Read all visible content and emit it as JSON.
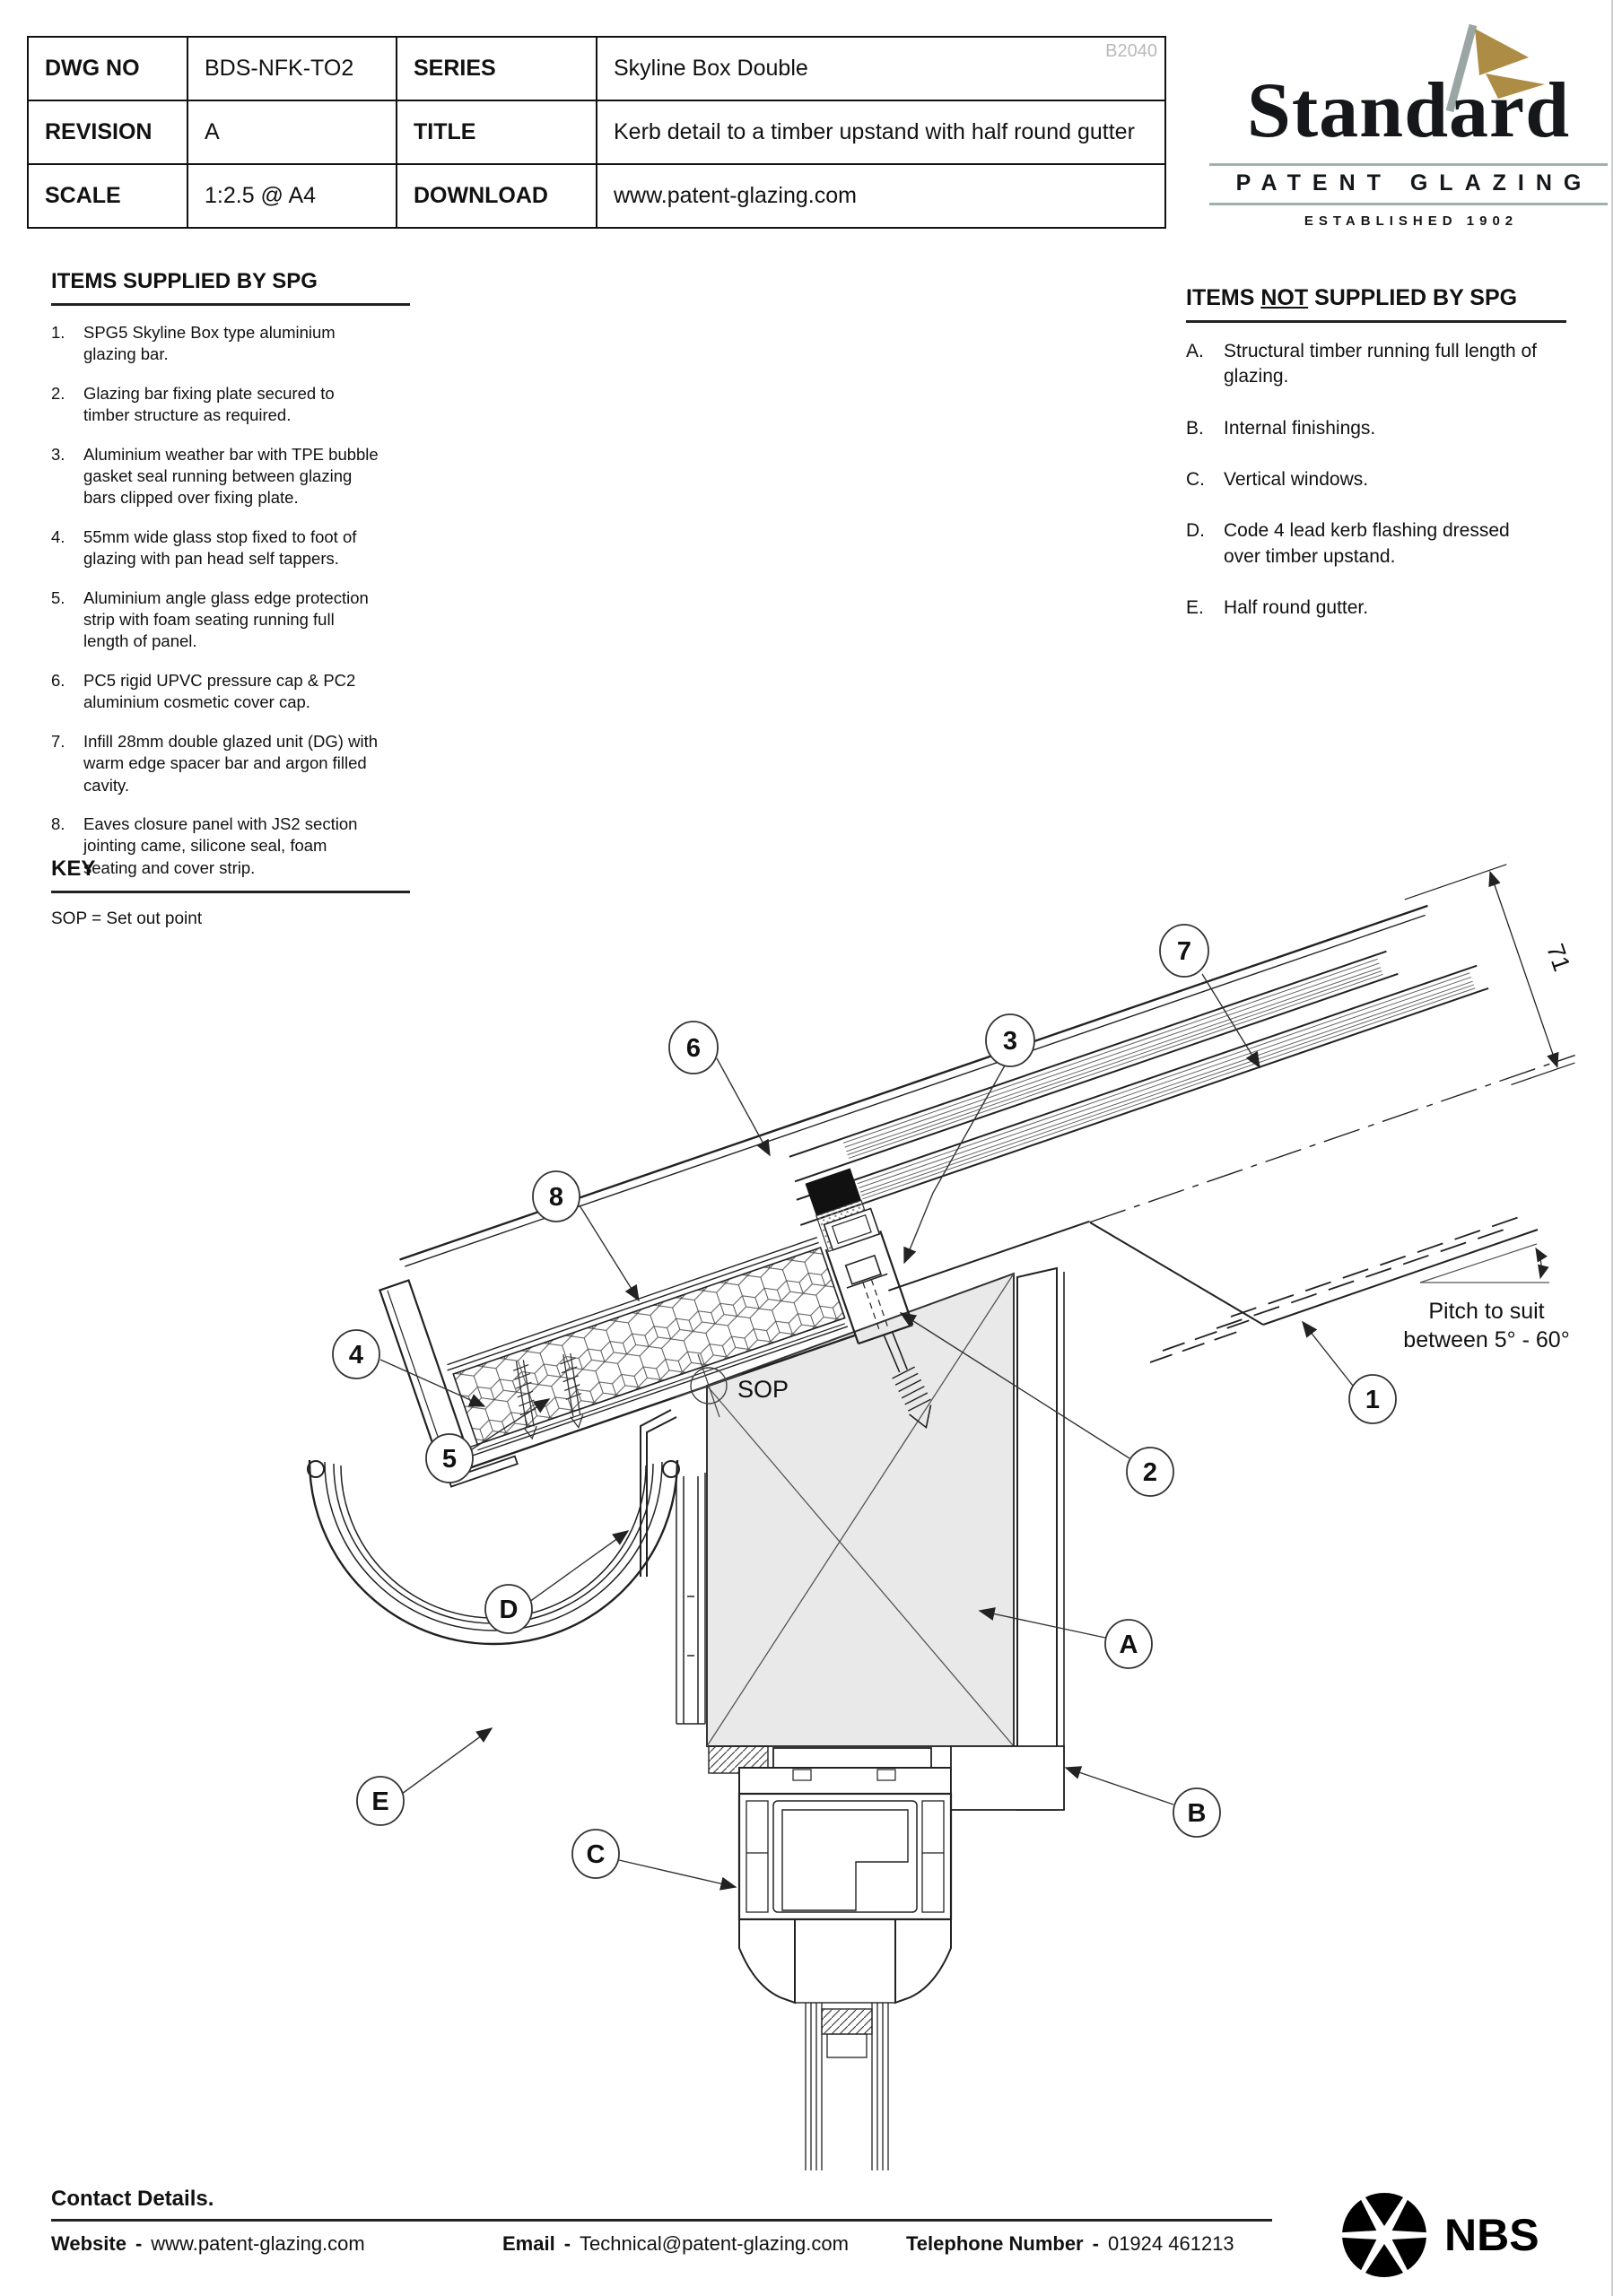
{
  "title_block": {
    "watermark": "B2040",
    "rows": [
      {
        "label": "DWG NO",
        "value": "BDS-NFK-TO2",
        "label2": "SERIES",
        "value2": "Skyline Box Double"
      },
      {
        "label": "REVISION",
        "value": "A",
        "label2": "TITLE",
        "value2": "Kerb detail to a timber upstand with half round gutter"
      },
      {
        "label": "SCALE",
        "value": "1:2.5 @ A4",
        "label2": "DOWNLOAD",
        "value2": "www.patent-glazing.com"
      }
    ]
  },
  "logo": {
    "name": "Standard",
    "subtitle": "PATENT GLAZING",
    "established": "ESTABLISHED 1902",
    "flag_color": "#ad8c45",
    "pole_color": "#9aa6a4"
  },
  "supplied": {
    "heading": "ITEMS SUPPLIED BY SPG",
    "items": [
      {
        "num": "1.",
        "text": "SPG5 Skyline Box type aluminium glazing bar."
      },
      {
        "num": "2.",
        "text": "Glazing bar fixing plate secured to timber structure as required."
      },
      {
        "num": "3.",
        "text": "Aluminium weather bar with TPE bubble gasket seal running between glazing bars clipped over fixing plate."
      },
      {
        "num": "4.",
        "text": "55mm wide glass stop fixed to foot of glazing with pan head self tappers."
      },
      {
        "num": "5.",
        "text": "Aluminium angle glass edge protection strip with foam seating running full length of panel."
      },
      {
        "num": "6.",
        "text": "PC5 rigid UPVC pressure cap & PC2 aluminium cosmetic cover cap."
      },
      {
        "num": "7.",
        "text": "Infill 28mm double glazed unit (DG) with warm edge spacer bar and argon filled cavity."
      },
      {
        "num": "8.",
        "text": "Eaves closure panel with JS2 section jointing came, silicone seal, foam seating and cover strip."
      }
    ]
  },
  "not_supplied": {
    "heading_pre": "ITEMS ",
    "heading_not": "NOT",
    "heading_post": " SUPPLIED BY SPG",
    "items": [
      {
        "num": "A.",
        "text": "Structural timber running full length of glazing."
      },
      {
        "num": "B.",
        "text": "Internal finishings."
      },
      {
        "num": "C.",
        "text": "Vertical windows."
      },
      {
        "num": "D.",
        "text": "Code 4 lead kerb flashing dressed over timber upstand."
      },
      {
        "num": "E.",
        "text": "Half round gutter."
      }
    ]
  },
  "key": {
    "heading": "KEY",
    "entry": "SOP = Set out point"
  },
  "drawing": {
    "sop_label": "SOP",
    "dimension": "71",
    "pitch_line1": "Pitch to suit",
    "pitch_line2": "between 5° - 60°",
    "callouts": {
      "c1": "1",
      "c2": "2",
      "c3": "3",
      "c4": "4",
      "c5": "5",
      "c6": "6",
      "c7": "7",
      "c8": "8",
      "cA": "A",
      "cB": "B",
      "cC": "C",
      "cD": "D",
      "cE": "E"
    }
  },
  "footer": {
    "heading": "Contact Details.",
    "website_label": "Website",
    "website": "www.patent-glazing.com",
    "email_label": "Email",
    "email": "Technical@patent-glazing.com",
    "phone_label": "Telephone Number",
    "phone": "01924 461213",
    "sep": "-"
  },
  "nbs": {
    "label": "NBS"
  }
}
